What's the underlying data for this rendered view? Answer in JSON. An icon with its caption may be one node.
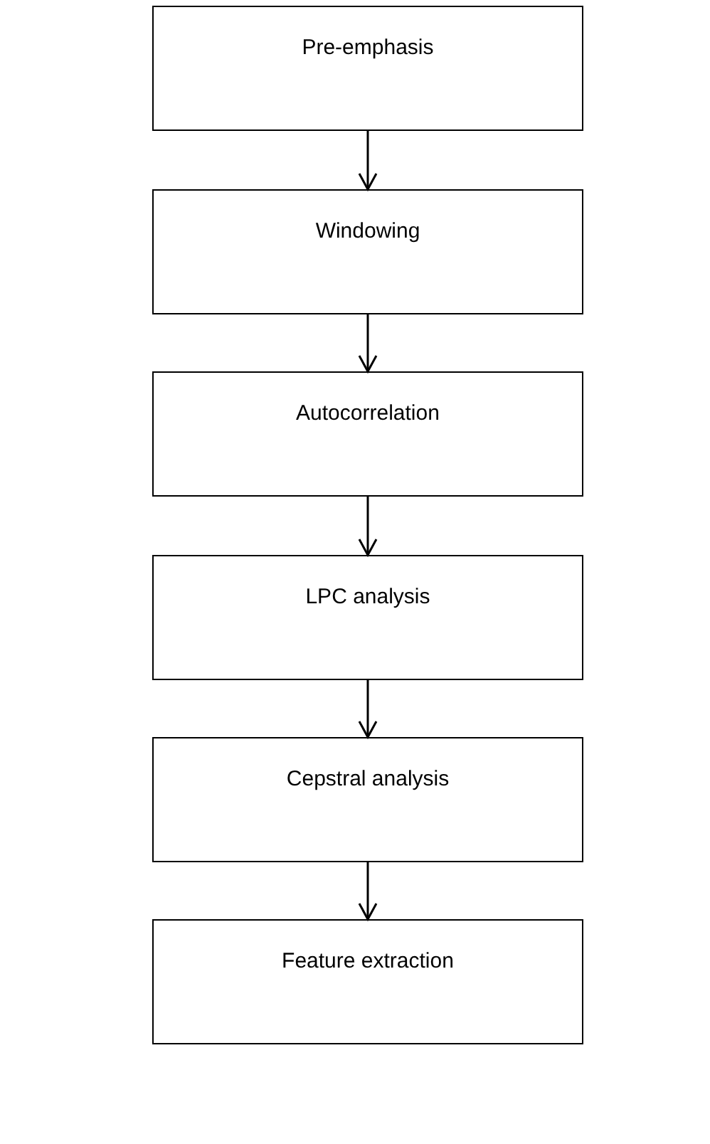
{
  "diagram": {
    "nodes": [
      {
        "text": [
          "Pre-emphasis"
        ]
      },
      {
        "text": [
          "Windowing"
        ]
      },
      {
        "text": [
          "Autocorrelation"
        ]
      },
      {
        "text": [
          "LPC analysis"
        ]
      },
      {
        "text": [
          "Cepstral analysis"
        ]
      },
      {
        "text": [
          "Feature extraction"
        ]
      }
    ],
    "edges": [
      {
        "from": 0,
        "to": 1,
        "arrow": "to"
      },
      {
        "from": 1,
        "to": 2,
        "arrow": "to"
      },
      {
        "from": 2,
        "to": 3,
        "arrow": "to"
      },
      {
        "from": 3,
        "to": 4,
        "arrow": "to"
      },
      {
        "from": 4,
        "to": 5,
        "arrow": "to"
      }
    ]
  }
}
